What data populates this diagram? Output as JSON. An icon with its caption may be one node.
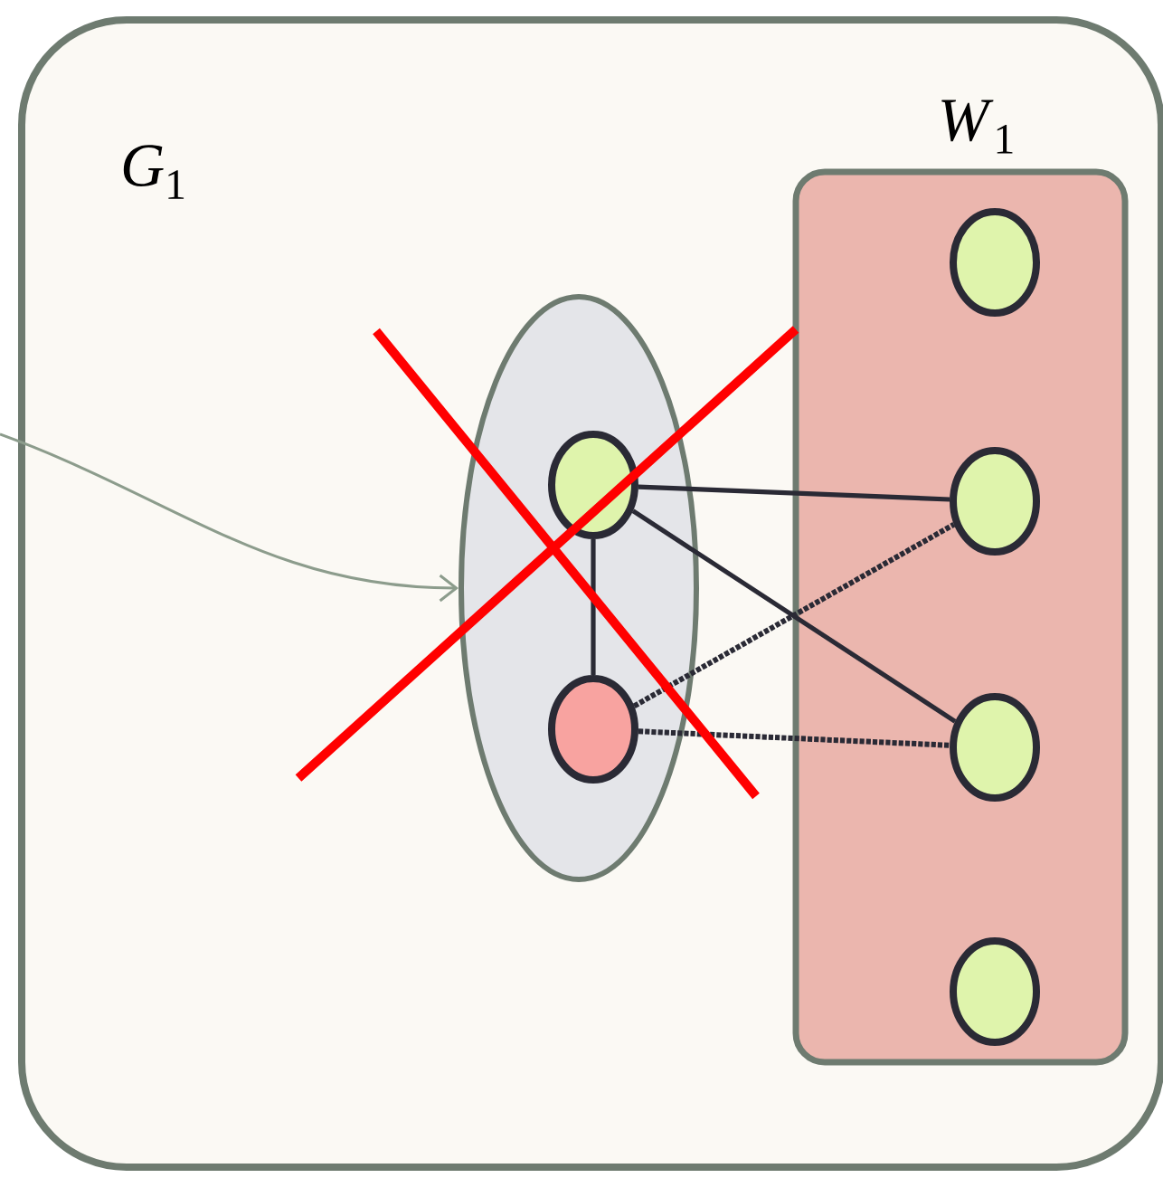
{
  "diagram": {
    "nodes": [
      {
        "text": [
          "*G*$_{1}$"
        ]
      },
      {
        "text": [],
        "shape": "ellipse",
        "in": 0
      },
      {
        "text": [],
        "shape": "ellipse",
        "in": 1
      },
      {
        "text": [],
        "shape": "ellipse",
        "in": 1
      },
      {
        "text": [
          "*W*$_{1}$"
        ],
        "in": 0
      },
      {
        "text": [],
        "shape": "ellipse",
        "in": 4
      },
      {
        "text": [],
        "shape": "ellipse",
        "in": 4
      },
      {
        "text": [],
        "shape": "ellipse",
        "in": 4
      },
      {
        "text": [],
        "shape": "ellipse",
        "in": 4
      }
    ],
    "edges": [
      {
        "from": null,
        "to": 1,
        "arrow": "to",
        "color": "#8c9c8c"
      },
      {
        "from": 2,
        "to": 3,
        "arrow": "none"
      },
      {
        "from": 2,
        "to": 6,
        "arrow": "none"
      },
      {
        "from": 2,
        "to": 7,
        "arrow": "none"
      },
      {
        "from": 3,
        "to": 6,
        "arrow": "none",
        "style": "dashed"
      },
      {
        "from": 3,
        "to": 7,
        "arrow": "none",
        "style": "dashed"
      }
    ]
  }
}
